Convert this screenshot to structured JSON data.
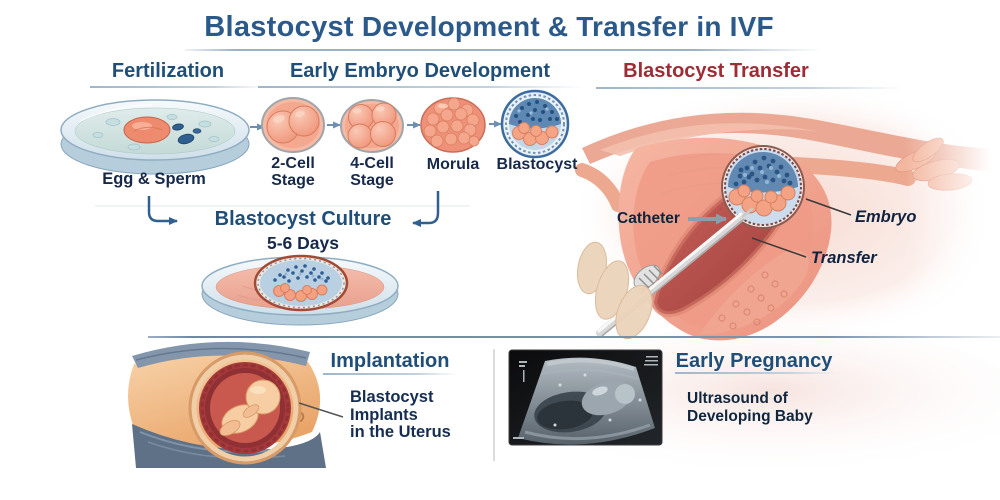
{
  "title": {
    "emphasis": "Blastocyst",
    "rest": " Development & Transfer in IVF"
  },
  "colors": {
    "title_blue": "#2a598a",
    "header_blue": "#1f4e79",
    "transfer_red": "#9f2b34",
    "label_navy": "#16294a",
    "cell_salmon": "#f0937b",
    "blastocyst_blue": "#3c6b9d",
    "divider_blue": "#7d94ae"
  },
  "sections": {
    "fertilization": {
      "header": "Fertilization",
      "dish_label": "Egg & Sperm"
    },
    "embryo": {
      "header": "Early Embryo Development",
      "stages": [
        {
          "label": "2-Cell Stage"
        },
        {
          "label": "4-Cell Stage"
        },
        {
          "label": "Morula"
        },
        {
          "label": "Blastocyst"
        }
      ]
    },
    "culture": {
      "header": "Blastocyst Culture",
      "duration": "5-6 Days"
    },
    "transfer": {
      "header": "Blastocyst Transfer",
      "catheter_label": "Catheter",
      "embryo_label": "Embryo",
      "transfer_label": "Transfer"
    },
    "implantation": {
      "header": "Implantation",
      "caption_lines": [
        "Blastocyst",
        "Implants",
        "in the Uterus"
      ]
    },
    "early_pregnancy": {
      "header": "Early Pregnancy",
      "caption_lines": [
        "Ultrasound of",
        "Developing Baby"
      ]
    }
  }
}
